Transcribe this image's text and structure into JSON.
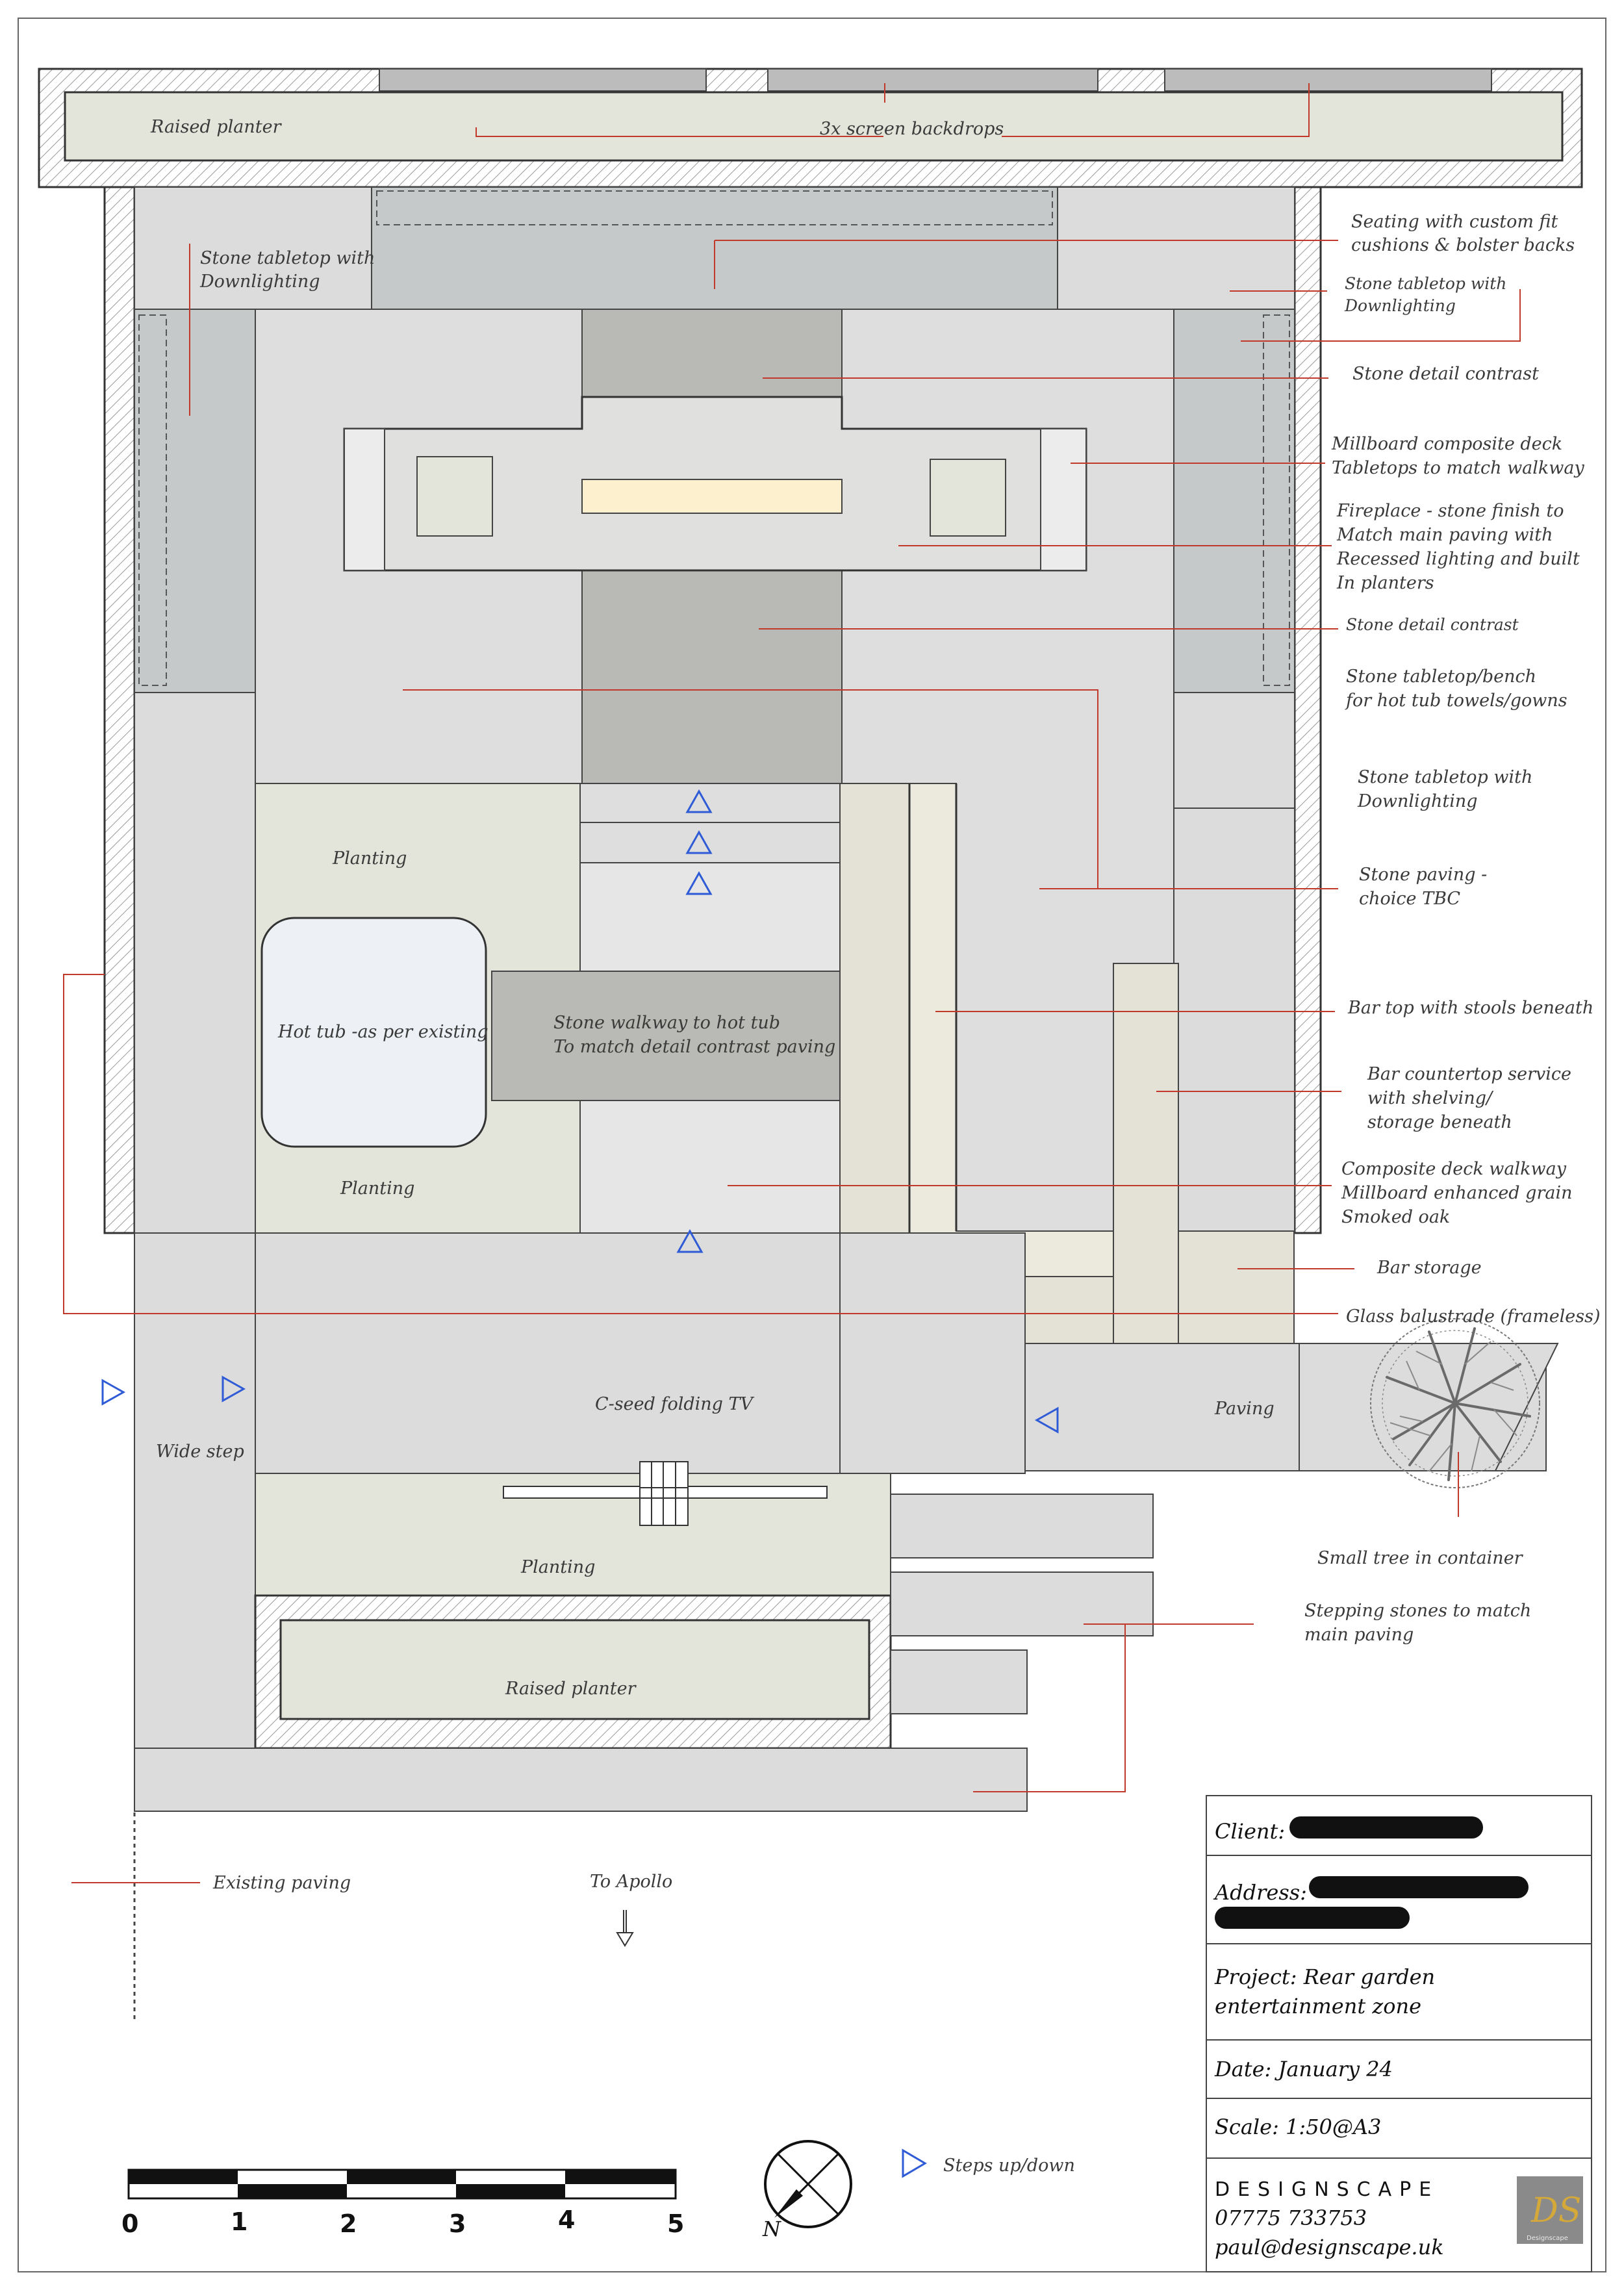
{
  "plan_labels": {
    "raised_planter_top": "Raised planter",
    "screen_backdrops": "3x screen backdrops",
    "stone_tabletop_left": [
      "Stone tabletop with",
      "Downlighting"
    ],
    "seating": [
      "Seating with custom fit",
      "cushions & bolster backs"
    ],
    "stone_tabletop_right": [
      "Stone tabletop with",
      "Downlighting"
    ],
    "stone_detail_contrast_1": "Stone detail contrast",
    "millboard_deck": [
      "Millboard composite deck",
      "Tabletops to match walkway"
    ],
    "fireplace": [
      "Fireplace - stone finish to",
      "Match main paving with",
      "Recessed lighting and built",
      "In planters"
    ],
    "stone_detail_contrast_2": "Stone detail contrast",
    "stone_bench": [
      "Stone tabletop/bench",
      "for hot tub towels/gowns"
    ],
    "stone_tabletop_mid": [
      "Stone tabletop with",
      "Downlighting"
    ],
    "stone_paving": [
      "Stone paving  -",
      "choice TBC"
    ],
    "planting_1": "Planting",
    "hot_tub": "Hot tub -as per existing",
    "stone_walkway": [
      "Stone walkway to hot tub",
      "To match detail contrast paving"
    ],
    "planting_2": "Planting",
    "bar_top": "Bar top with stools beneath",
    "bar_counter": [
      "Bar countertop service",
      "with shelving/",
      "storage beneath"
    ],
    "composite_walkway": [
      "Composite deck walkway",
      "Millboard enhanced grain",
      "Smoked oak"
    ],
    "bar_storage": "Bar storage",
    "glass_balustrade": "Glass balustrade (frameless)",
    "wide_step": "Wide step",
    "tv": "C-seed folding TV",
    "paving": "Paving",
    "small_tree": "Small tree in container",
    "planting_3": "Planting",
    "stepping_stones": [
      "Stepping stones to match",
      "main paving"
    ],
    "raised_planter_bottom": "Raised planter",
    "existing_paving": "Existing paving",
    "to_apollo": "To Apollo"
  },
  "legend": {
    "steps": "Steps up/down"
  },
  "scale_bar": {
    "ticks": [
      "0",
      "1",
      "2",
      "3",
      "4",
      "5"
    ]
  },
  "title_block": {
    "client": "Client:",
    "address": "Address:",
    "project": [
      "Project: Rear garden",
      "entertainment zone"
    ],
    "date": "Date: January 24",
    "scale": "Scale: 1:50@A3",
    "brand": "DESIGNSCAPE",
    "phone": "07775 733753",
    "email": "paul@designscape.uk",
    "logo_letters": "DS",
    "logo_caption": "Designscape"
  },
  "north": "N",
  "colors": {
    "paving": "#dcdcdc",
    "detail_contrast": "#b9b9b5",
    "seating": "#c6c9c9",
    "planting": "#e3e4da",
    "deck": "#e4e2d6",
    "fire": "#fdf0cf",
    "hot_tub": "#edf1f5",
    "leader": "#c0392b",
    "steps": "#2f5bd6",
    "logo_bg": "#8a8a8a",
    "logo_fg": "#d4a93a"
  }
}
